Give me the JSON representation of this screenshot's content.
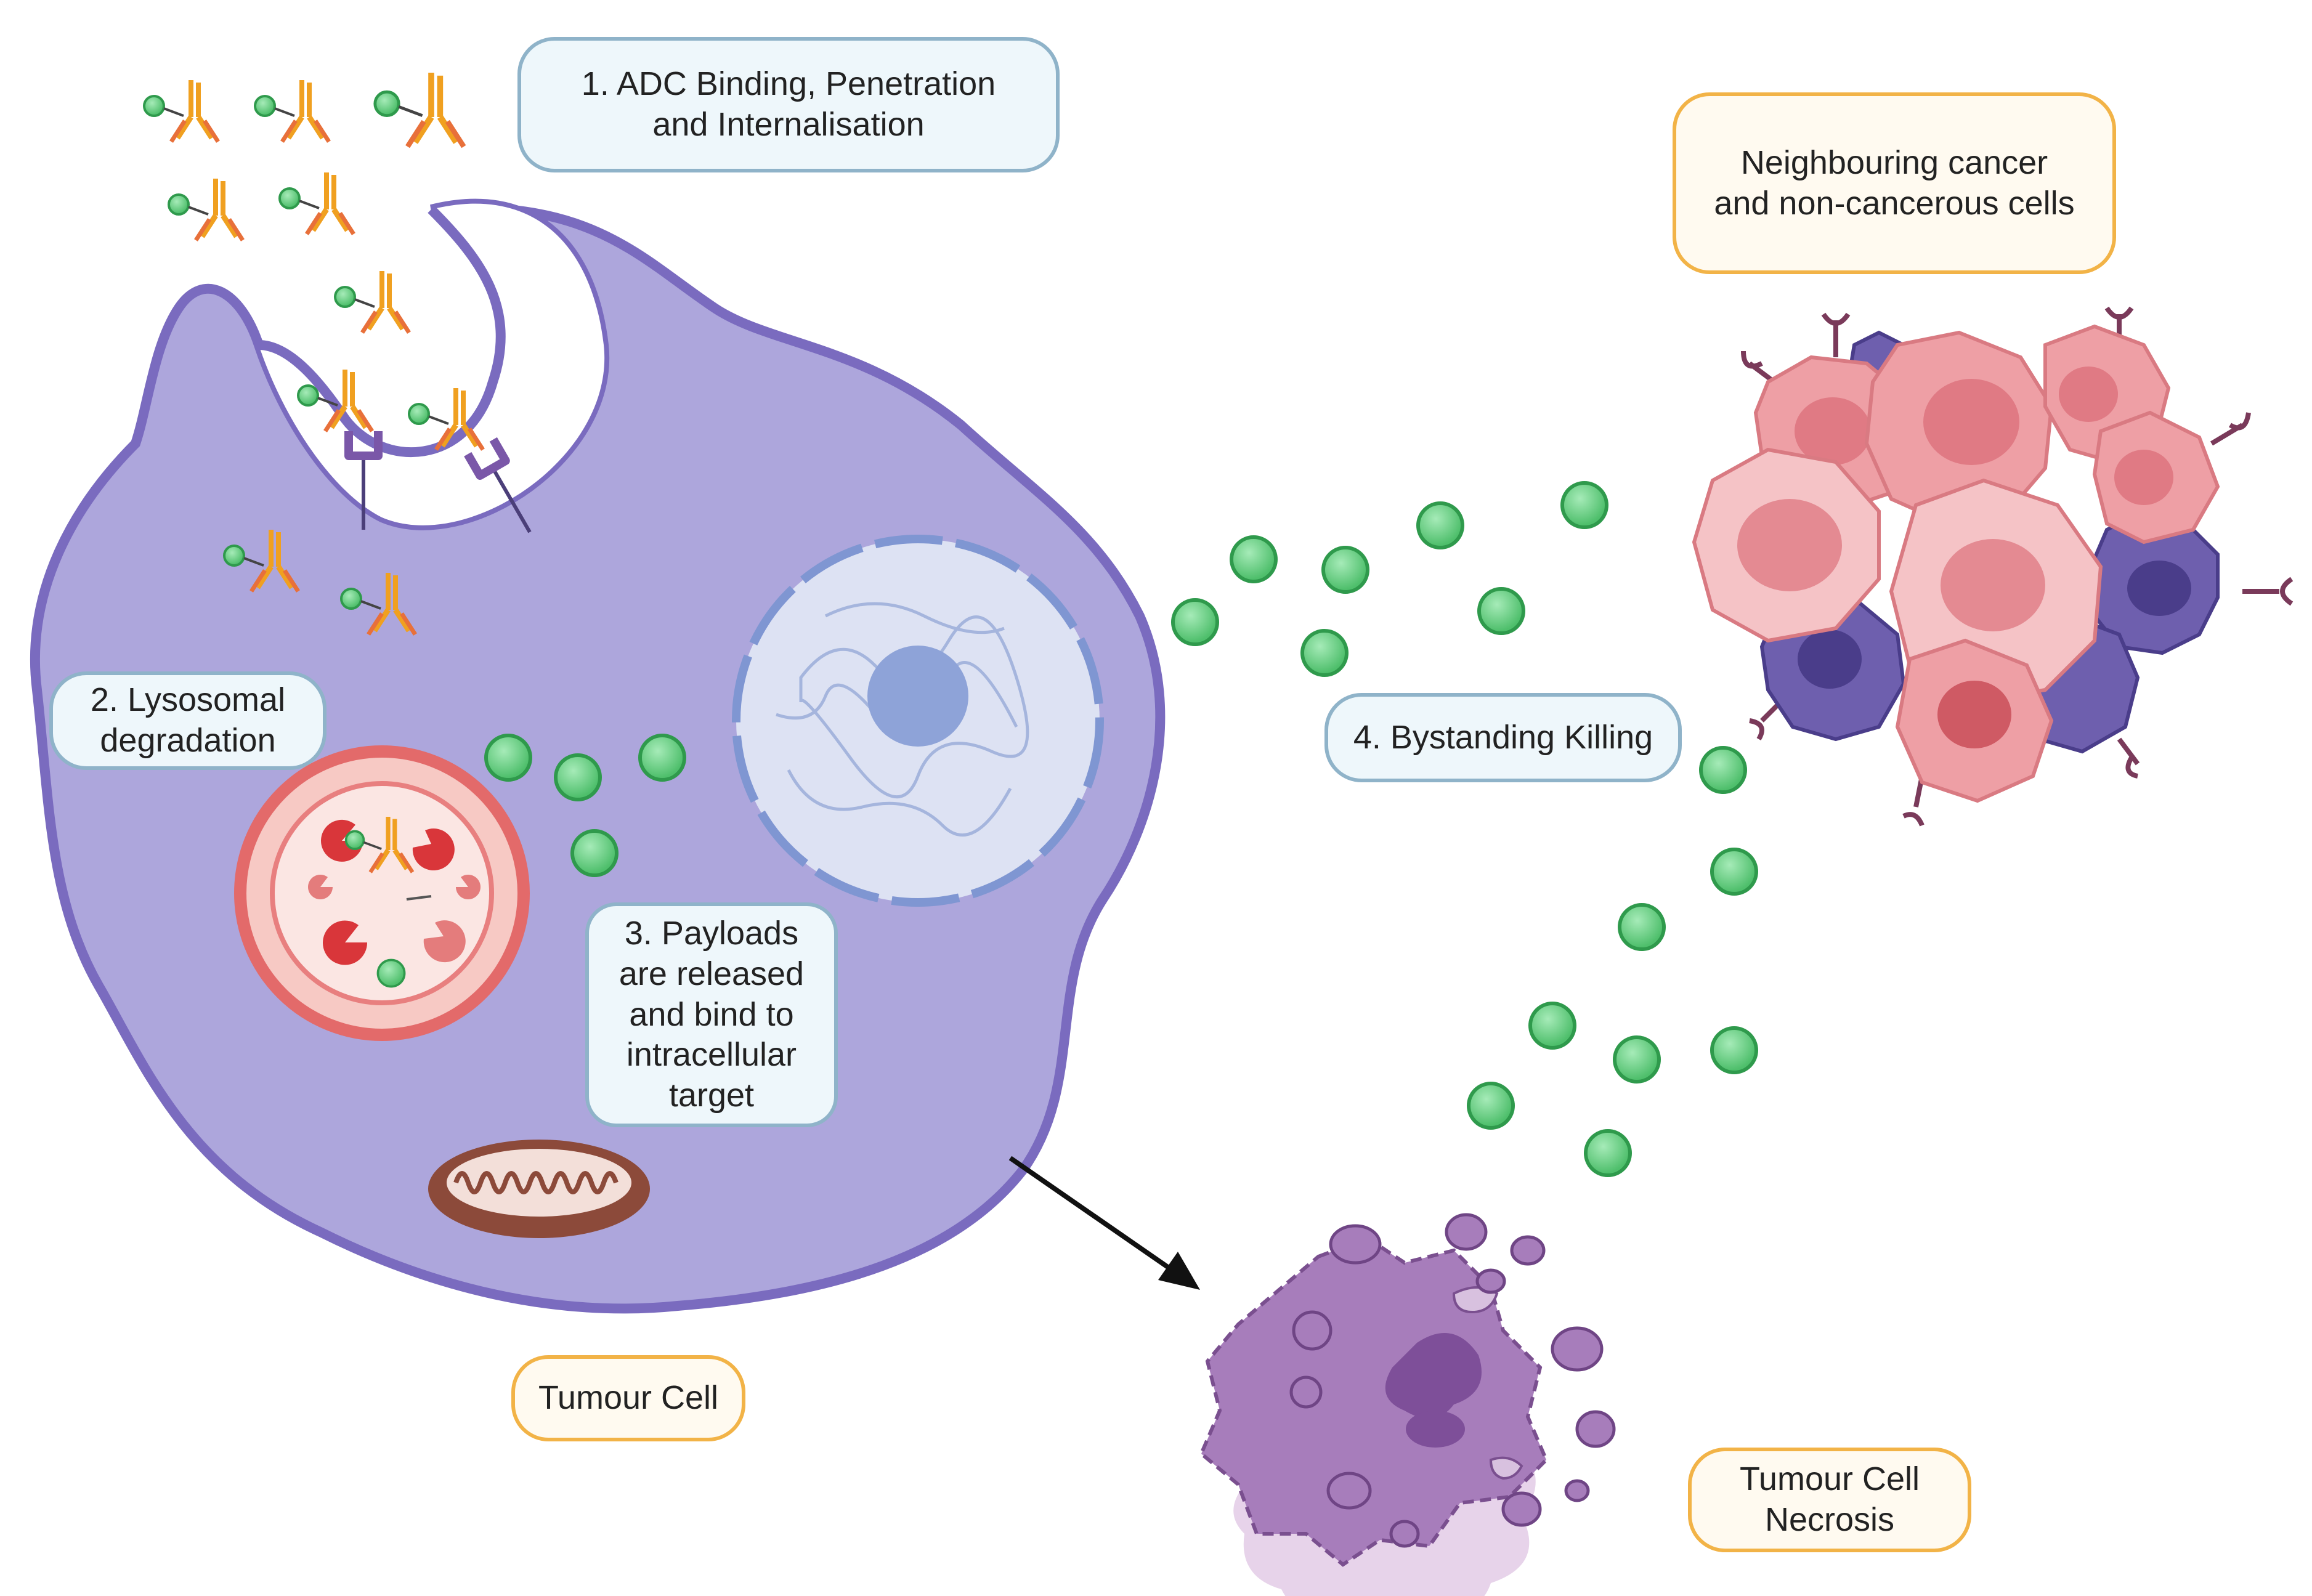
{
  "labels": {
    "step1": "1. ADC Binding,  Penetration\nand Internalisation",
    "step2": "2. Lysosomal\ndegradation",
    "step3": "3. Payloads\nare released\nand bind to\nintracellular\ntarget",
    "step4": "4. Bystanding Killing",
    "neighbouring": "Neighbouring cancer\nand non-cancerous cells",
    "tumour_cell": "Tumour Cell",
    "necrosis": "Tumour Cell\nNecrosis"
  },
  "colors": {
    "cell_fill": "#ada6dc",
    "cell_outline": "#7a6bbf",
    "payload": "#5cc97a",
    "antibody_orange": "#f0a020",
    "lysosome": "#e36a6a",
    "nucleus": "#9aa8dc",
    "mitochondrion": "#8c4a3a",
    "necrotic_cell": "#a77dbb",
    "cancer_pink": "#ee9fa5",
    "cancer_purple": "#6e5fae"
  }
}
